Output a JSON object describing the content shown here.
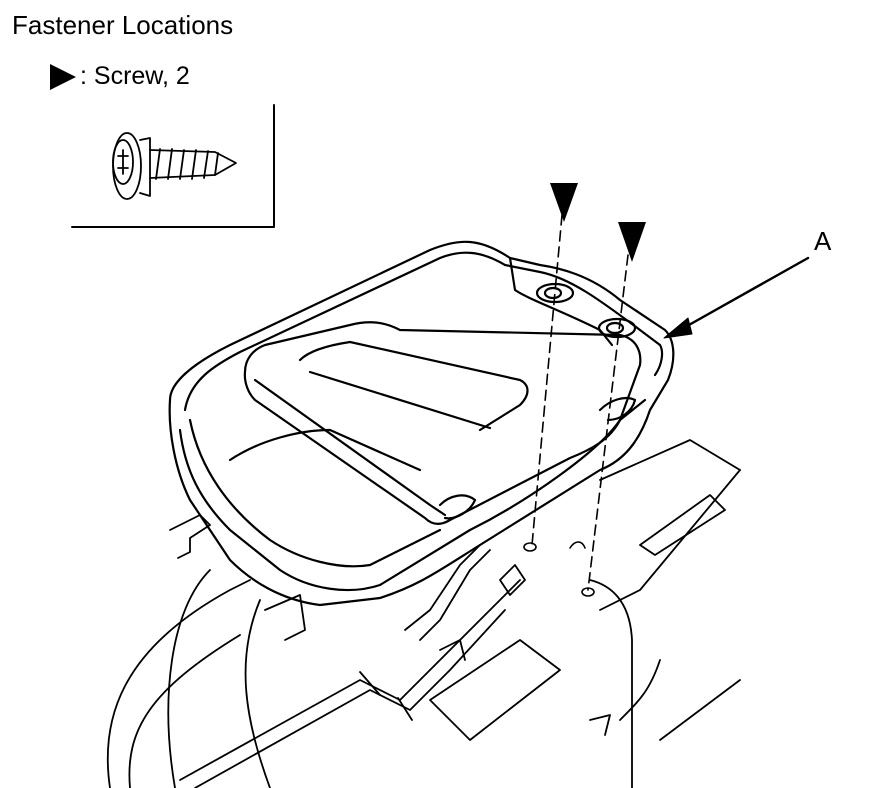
{
  "title": "Fastener Locations",
  "legend": {
    "symbol": "triangle-marker-icon",
    "text": ": Screw, 2"
  },
  "callout_label": "A",
  "icons": {
    "screw": "screw-icon",
    "marker": "triangle-marker-icon",
    "arrow": "leader-arrow-icon"
  }
}
